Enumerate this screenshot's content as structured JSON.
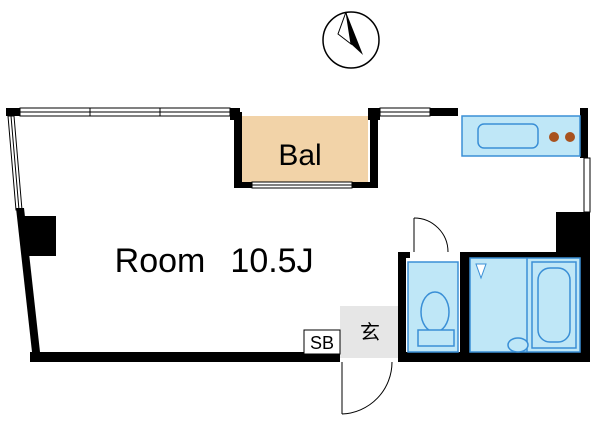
{
  "plan": {
    "room_label": "Room",
    "room_size": "10.5J",
    "balcony_label": "Bal",
    "shoe_box_label": "SB",
    "entrance_label": "玄"
  },
  "colors": {
    "wall": "#000000",
    "balcony_fill": "#f2d3a8",
    "fixture_fill": "#bfe7f7",
    "fixture_stroke": "#3a8fd6",
    "entrance_fill": "#e6e6e6",
    "compass_fill": "#000000"
  },
  "icons": [
    "compass-icon",
    "sink-icon",
    "stove-icon",
    "toilet-icon",
    "bathtub-icon",
    "washbasin-icon",
    "door-swing-icon"
  ]
}
